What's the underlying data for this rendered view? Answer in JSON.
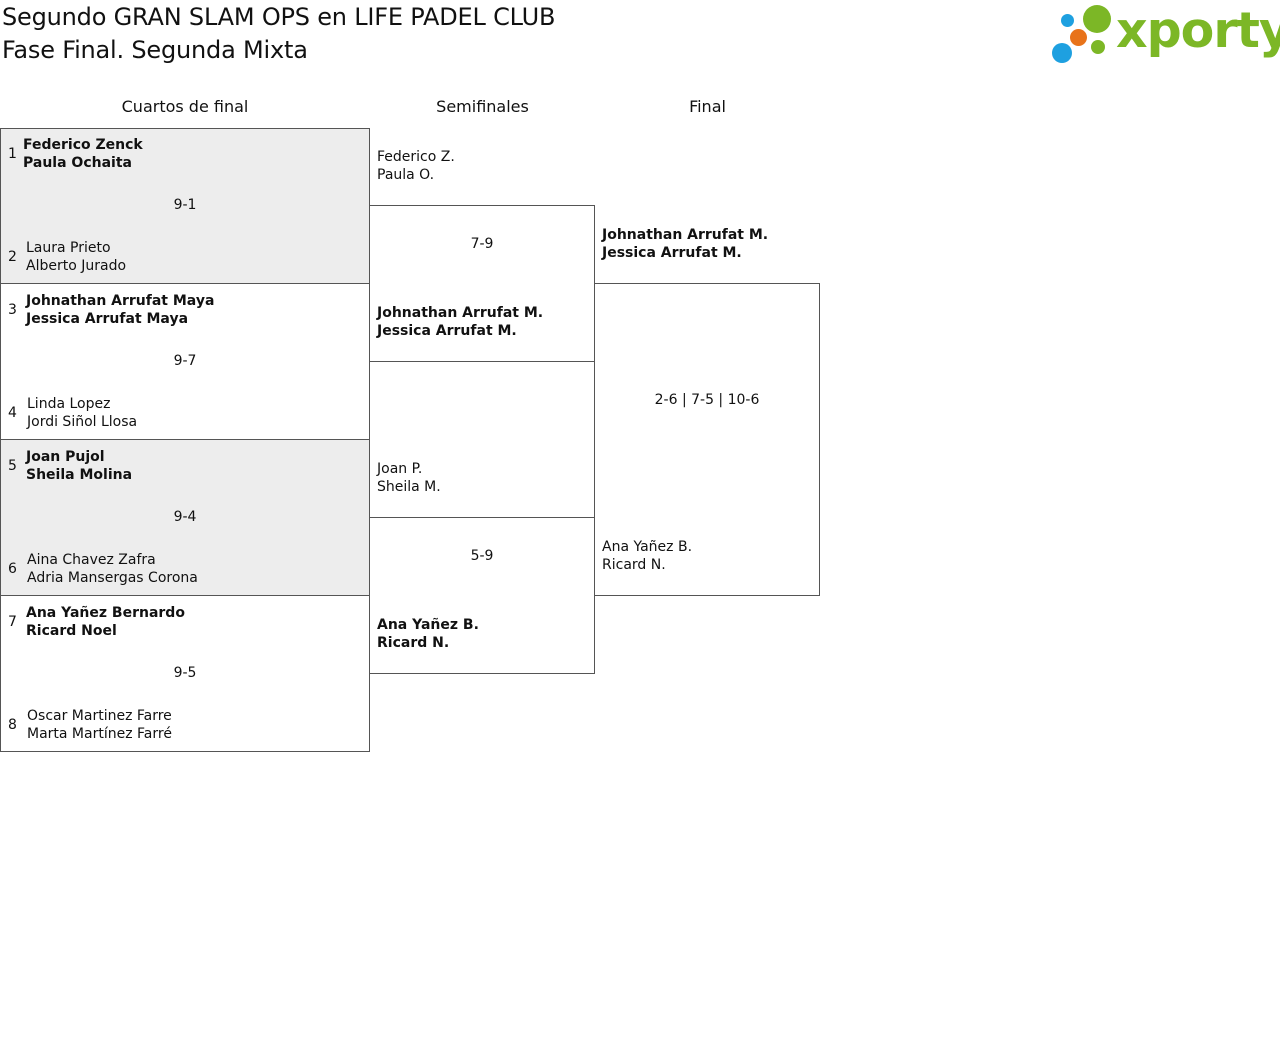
{
  "header": {
    "title_line1": "Segundo GRAN SLAM OPS en LIFE PADEL CLUB",
    "title_line2": "Fase Final. Segunda Mixta"
  },
  "logo": {
    "text": "xporty",
    "colors": {
      "green": "#7cb726",
      "orange": "#e8731a",
      "blue": "#1ea0e0"
    }
  },
  "rounds": {
    "quarterfinals": "Cuartos de final",
    "semifinals": "Semifinales",
    "final": "Final"
  },
  "quarterfinals": [
    {
      "top": {
        "seed": "1",
        "p1": "Federico Zenck",
        "p2": "Paula Ochaita"
      },
      "bottom": {
        "seed": "2",
        "p1": "Laura Prieto",
        "p2": "Alberto Jurado"
      },
      "score": "9-1"
    },
    {
      "top": {
        "seed": "3",
        "p1": "Johnathan Arrufat Maya",
        "p2": "Jessica Arrufat Maya"
      },
      "bottom": {
        "seed": "4",
        "p1": "Linda Lopez",
        "p2": "Jordi Siñol Llosa"
      },
      "score": "9-7"
    },
    {
      "top": {
        "seed": "5",
        "p1": "Joan Pujol",
        "p2": "Sheila Molina"
      },
      "bottom": {
        "seed": "6",
        "p1": "Aina Chavez Zafra",
        "p2": "Adria Mansergas Corona"
      },
      "score": "9-4"
    },
    {
      "top": {
        "seed": "7",
        "p1": "Ana Yañez Bernardo",
        "p2": "Ricard Noel"
      },
      "bottom": {
        "seed": "8",
        "p1": "Oscar Martinez Farre",
        "p2": "Marta Martínez Farré"
      },
      "score": "9-5"
    }
  ],
  "semifinals": [
    {
      "top": {
        "p1": "Federico Z.",
        "p2": "Paula O."
      },
      "bottom": {
        "p1": "Johnathan Arrufat M.",
        "p2": "Jessica Arrufat M."
      },
      "score": "7-9"
    },
    {
      "top": {
        "p1": "Joan P.",
        "p2": "Sheila M."
      },
      "bottom": {
        "p1": "Ana Yañez B.",
        "p2": "Ricard N."
      },
      "score": "5-9"
    }
  ],
  "final": {
    "top": {
      "p1": "Johnathan Arrufat M.",
      "p2": "Jessica Arrufat M."
    },
    "bottom": {
      "p1": "Ana Yañez B.",
      "p2": "Ricard N."
    },
    "score": "2-6 | 7-5 | 10-6"
  }
}
